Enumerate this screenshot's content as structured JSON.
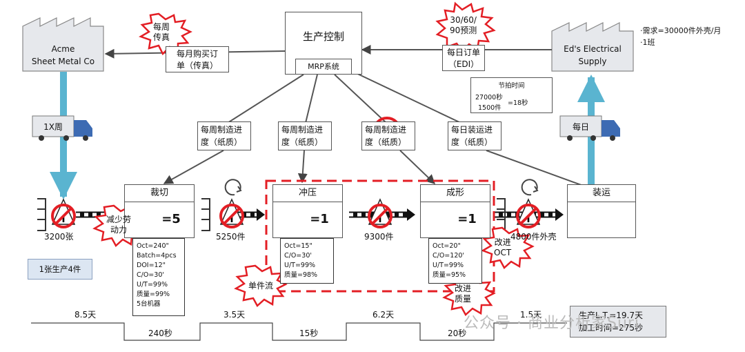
{
  "suppliers": {
    "acme": {
      "line1": "Acme",
      "line2": "Sheet Metal Co"
    },
    "customer": {
      "line1": "Ed's Electrical",
      "line2": "Supply"
    }
  },
  "control": {
    "title": "生产控制",
    "sub": "MRP系统"
  },
  "orders": {
    "supplier_order": {
      "line1": "每月购买订",
      "line2": "单（传真）"
    },
    "customer_order": {
      "line1": "每日订单",
      "line2": "（EDI）"
    }
  },
  "customer_info": {
    "line1": "·需求=30000件外壳/月",
    "line2": "·1班"
  },
  "takt": {
    "title": "节拍时间",
    "numerator": "27000秒",
    "denominator": "1500件",
    "result": "=18秒"
  },
  "trucks": {
    "supplier": "1X周",
    "customer": "每日"
  },
  "schedules": [
    {
      "line1": "每周制造进",
      "line2": "度（纸质）"
    },
    {
      "line1": "每周制造进",
      "line2": "度（纸质）"
    },
    {
      "line1": "每周制造进",
      "line2": "度（纸质）"
    },
    {
      "line1": "每日装运进",
      "line2": "度（纸质）"
    }
  ],
  "processes": [
    {
      "name": "裁切",
      "operator": "=5"
    },
    {
      "name": "冲压",
      "operator": "=1"
    },
    {
      "name": "成形",
      "operator": "=1"
    },
    {
      "name": "装运",
      "operator": ""
    }
  ],
  "data_boxes": [
    {
      "lines": [
        "Oct=240\"",
        "Batch=4pcs",
        "DOI=12\"",
        "C/O=30'",
        "U/T=99%",
        "质量=99%",
        "5台机器"
      ]
    },
    {
      "lines": [
        "Oct=15\"",
        "C/O=30'",
        "U/T=99%",
        "质量=98%"
      ]
    },
    {
      "lines": [
        "Oct=20\"",
        "C/O=120'",
        "U/T=99%",
        "质量=95%"
      ]
    }
  ],
  "inventories": [
    {
      "label": "3200张"
    },
    {
      "label": "5250件"
    },
    {
      "label": "9300件"
    },
    {
      "label": "4800件外壳"
    }
  ],
  "note": "1张生产4件",
  "kaizen": {
    "weekly_fax": {
      "line1": "每周",
      "line2": "传真"
    },
    "forecast": {
      "line1": "30/60/",
      "line2": "90预测"
    },
    "reduce_labor": {
      "line1": "减少劳",
      "line2": "动力"
    },
    "single_flow": {
      "line1": "单件流",
      "line2": ""
    },
    "improve_oct": {
      "line1": "改进",
      "line2": "OCT"
    },
    "improve_quality": {
      "line1": "改进",
      "line2": "质量"
    }
  },
  "timeline": {
    "days": [
      "8.5天",
      "3.5天",
      "6.2天",
      "1.5天"
    ],
    "seconds": [
      "240秒",
      "15秒",
      "20秒"
    ],
    "summary_lt": "生产L.T.=19.7天",
    "summary_pt": "加工时间=275秒"
  },
  "watermark": "公众号 · 商业分析家Suri",
  "colors": {
    "accent_red": "#e31e24",
    "push_blue": "#5ab4d0",
    "factory_fill": "#e6e8ec",
    "truck_blue": "#3d6bb3",
    "note_fill": "#dce6f2"
  }
}
